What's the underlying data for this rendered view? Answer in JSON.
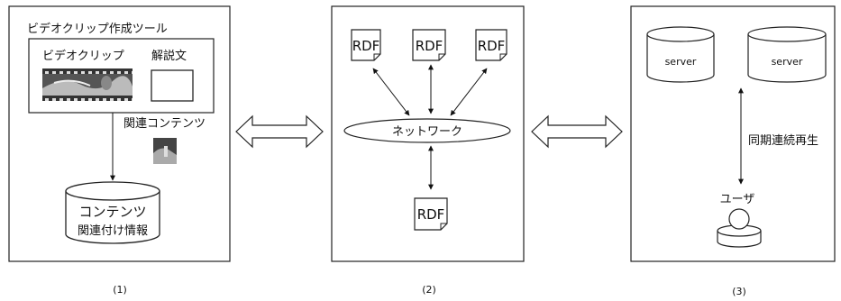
{
  "panel1": {
    "tool_title": "ビデオクリップ作成ツール",
    "video_clip_label": "ビデオクリップ",
    "commentary_label": "解説文",
    "related_contents_label": "関連コンテンツ",
    "db_line1": "コンテンツ",
    "db_line2": "関連付け情報",
    "caption": "(1)"
  },
  "panel2": {
    "rdf_labels": [
      "RDF",
      "RDF",
      "RDF",
      "RDF"
    ],
    "network_label": "ネットワーク",
    "caption": "(2)"
  },
  "panel3": {
    "server_labels": [
      "server",
      "server"
    ],
    "sync_label": "同期連続再生",
    "user_label": "ユーザ",
    "caption": "(3)"
  }
}
